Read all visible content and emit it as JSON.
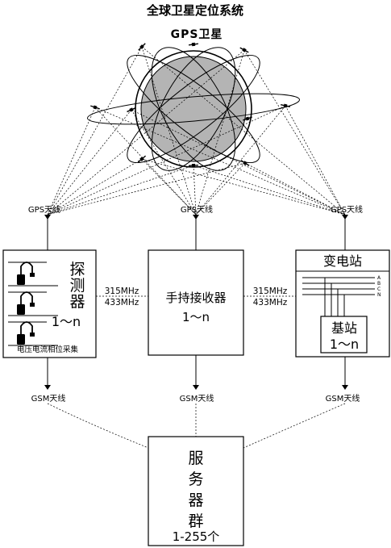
{
  "title": "全球卫星定位系统",
  "satellite": {
    "label": "GPS卫星"
  },
  "antennas": {
    "gps_left": "GPS天线",
    "gps_center": "GPS天线",
    "gps_right": "GPS天线",
    "gsm_left": "GSM天线",
    "gsm_center": "GSM天线",
    "gsm_right": "GSM天线"
  },
  "detector": {
    "chars": [
      "探",
      "测",
      "器"
    ],
    "count": "1～n",
    "caption": "电压电流相位采集"
  },
  "receiver": {
    "name": "手持接收器",
    "count": "1～n"
  },
  "frequencies": {
    "left": [
      "315MHz",
      "433MHz"
    ],
    "right": [
      "315MHz",
      "433MHz"
    ]
  },
  "substation": {
    "title": "变电站",
    "phases": [
      "A",
      "B",
      "C",
      "N"
    ],
    "base_station": "基站",
    "count": "1～n"
  },
  "server": {
    "chars": [
      "服",
      "务",
      "器",
      "群"
    ],
    "count": "1-255个"
  }
}
